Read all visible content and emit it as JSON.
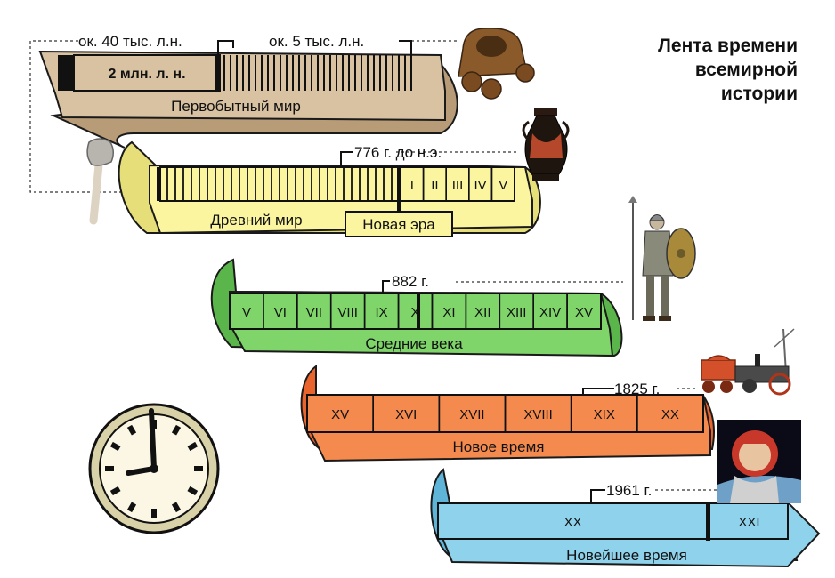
{
  "title": {
    "line1": "Лента времени",
    "line2": "всемирной",
    "line3": "истории"
  },
  "colors": {
    "primitive": "#d8c2a2",
    "ancient": "#fbf5a0",
    "medieval": "#7fd46a",
    "modern": "#f48a4e",
    "contemporary": "#8fd2ec",
    "outline": "#1a1a1a",
    "dotted": "#333333"
  },
  "eras": {
    "primitive": {
      "label": "Первобытный мир",
      "inner": "2 млн. л. н."
    },
    "ancient": {
      "label": "Древний мир",
      "centuries": [
        "I",
        "II",
        "III",
        "IV",
        "V"
      ],
      "new_era": "Новая эра"
    },
    "medieval": {
      "label": "Средние века",
      "centuries": [
        "V",
        "VI",
        "VII",
        "VIII",
        "IX",
        "X",
        "XI",
        "XII",
        "XIII",
        "XIV",
        "XV"
      ]
    },
    "modern": {
      "label": "Новое время",
      "centuries": [
        "XV",
        "XVI",
        "XVII",
        "XVIII",
        "XIX",
        "XX"
      ]
    },
    "contemporary": {
      "label": "Новейшее время",
      "centuries": [
        "XX",
        "XXI"
      ]
    }
  },
  "markers": {
    "m40k": "ок. 40 тыс. л.н.",
    "m5k": "ок. 5 тыс. л.н.",
    "m776": "776 г. до н.э.",
    "m882": "882 г.",
    "m1825": "1825 г.",
    "m1961": "1961 г."
  },
  "illustrations": [
    "cart-icon",
    "amphora-icon",
    "stone-axe-icon",
    "warrior-icon",
    "locomotive-icon",
    "cosmonaut-icon",
    "clock-icon"
  ]
}
